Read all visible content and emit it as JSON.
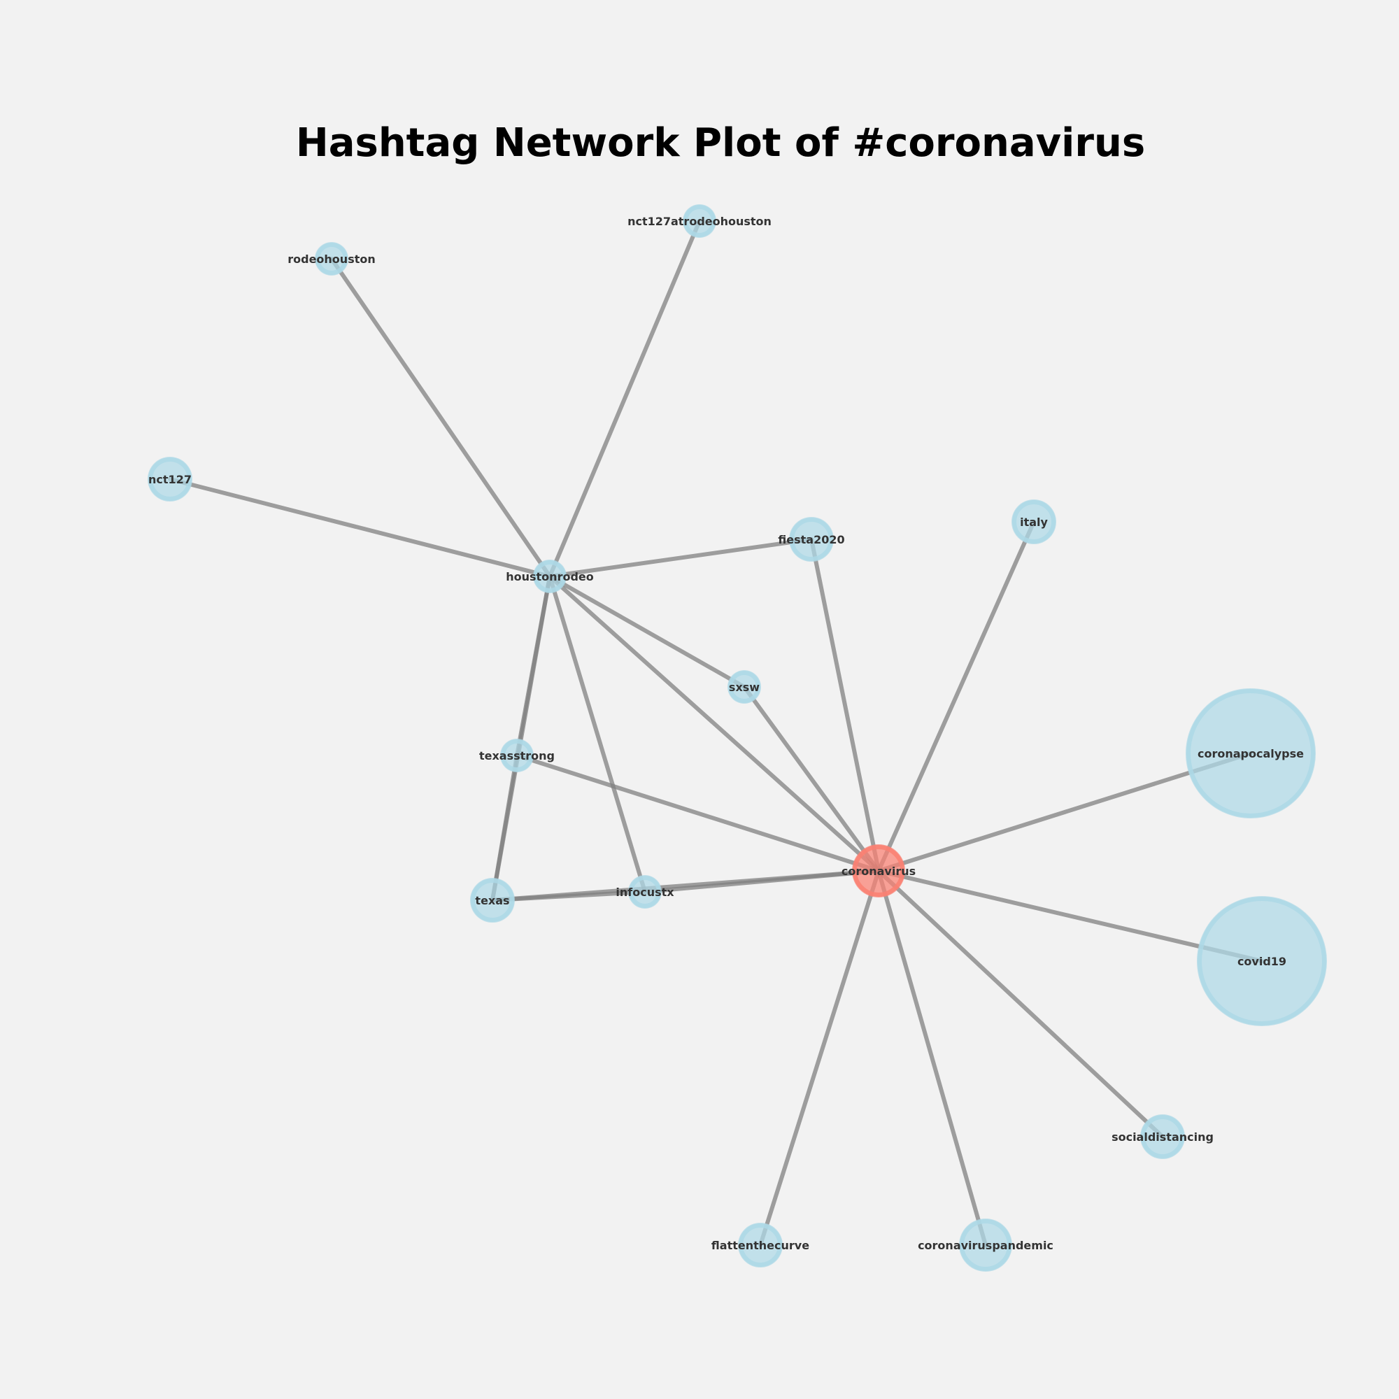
{
  "diagram": {
    "title": "Hashtag Network Plot of #coronavirus",
    "colors": {
      "background": "#f2f2f2",
      "hub_node": "#fa8072",
      "node": "#add8e6",
      "edge": "#808080"
    },
    "nodes": [
      {
        "id": "coronavirus",
        "label": "coronavirus",
        "kind": "hub"
      },
      {
        "id": "houstonrodeo",
        "label": "houstonrodeo",
        "kind": "node"
      },
      {
        "id": "nct127atrodeohouston",
        "label": "nct127atrodeohouston",
        "kind": "node"
      },
      {
        "id": "rodeohouston",
        "label": "rodeohouston",
        "kind": "node"
      },
      {
        "id": "nct127",
        "label": "nct127",
        "kind": "node"
      },
      {
        "id": "fiesta2020",
        "label": "fiesta2020",
        "kind": "node"
      },
      {
        "id": "italy",
        "label": "italy",
        "kind": "node"
      },
      {
        "id": "sxsw",
        "label": "sxsw",
        "kind": "node"
      },
      {
        "id": "texasstrong",
        "label": "texasstrong",
        "kind": "node"
      },
      {
        "id": "coronapocalypse",
        "label": "coronapocalypse",
        "kind": "node"
      },
      {
        "id": "texas",
        "label": "texas",
        "kind": "node"
      },
      {
        "id": "infocustx",
        "label": "infocustx",
        "kind": "node"
      },
      {
        "id": "covid19",
        "label": "covid19",
        "kind": "node"
      },
      {
        "id": "socialdistancing",
        "label": "socialdistancing",
        "kind": "node"
      },
      {
        "id": "flattenthecurve",
        "label": "flattenthecurve",
        "kind": "node"
      },
      {
        "id": "coronaviruspandemic",
        "label": "coronaviruspandemic",
        "kind": "node"
      }
    ],
    "edges": [
      [
        "houstonrodeo",
        "nct127atrodeohouston"
      ],
      [
        "houstonrodeo",
        "rodeohouston"
      ],
      [
        "houstonrodeo",
        "nct127"
      ],
      [
        "houstonrodeo",
        "fiesta2020"
      ],
      [
        "houstonrodeo",
        "sxsw"
      ],
      [
        "houstonrodeo",
        "texasstrong"
      ],
      [
        "houstonrodeo",
        "texas"
      ],
      [
        "houstonrodeo",
        "infocustx"
      ],
      [
        "houstonrodeo",
        "coronavirus"
      ],
      [
        "coronavirus",
        "fiesta2020"
      ],
      [
        "coronavirus",
        "italy"
      ],
      [
        "coronavirus",
        "sxsw"
      ],
      [
        "coronavirus",
        "texasstrong"
      ],
      [
        "coronavirus",
        "coronapocalypse"
      ],
      [
        "coronavirus",
        "infocustx"
      ],
      [
        "coronavirus",
        "texas"
      ],
      [
        "coronavirus",
        "covid19"
      ],
      [
        "coronavirus",
        "socialdistancing"
      ],
      [
        "coronavirus",
        "flattenthecurve"
      ],
      [
        "coronavirus",
        "coronaviruspandemic"
      ],
      [
        "texasstrong",
        "texas"
      ],
      [
        "texas",
        "infocustx"
      ]
    ]
  }
}
